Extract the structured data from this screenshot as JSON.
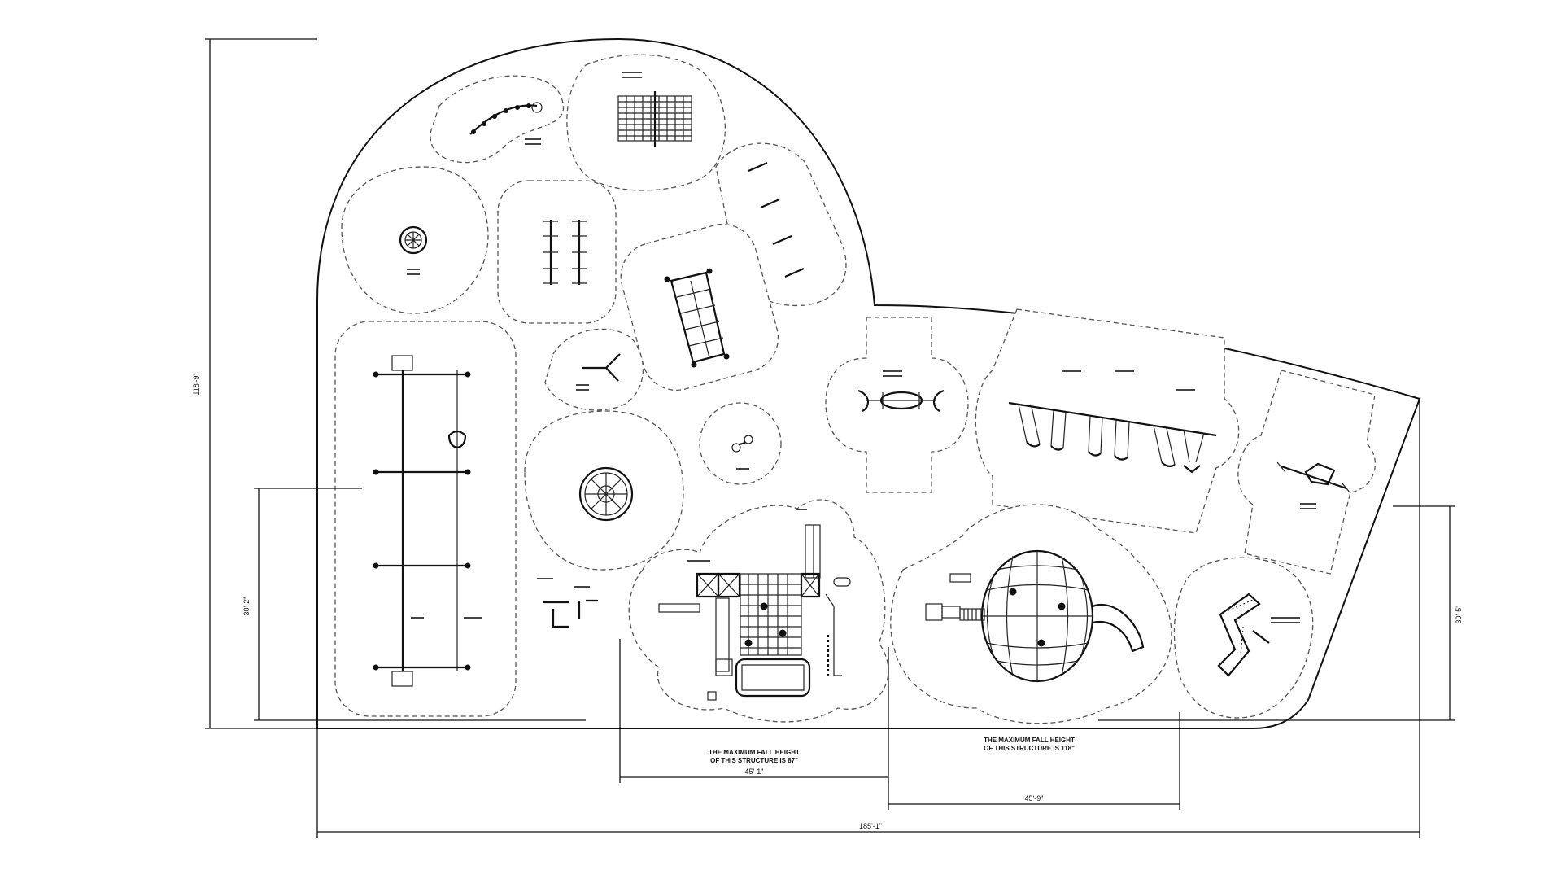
{
  "dimensions": {
    "overall_height": "118'-9\"",
    "left_height": "30'-2\"",
    "right_height": "30'-5\"",
    "overall_width": "185'-1\"",
    "structure1_width": "45'-1\"",
    "structure2_width": "45'-9\""
  },
  "notes": {
    "fall_height_1_line1": "THE MAXIMUM FALL HEIGHT",
    "fall_height_1_line2": "OF THIS STRUCTURE IS 87\"",
    "fall_height_2_line1": "THE MAXIMUM FALL HEIGHT",
    "fall_height_2_line2": "OF THIS STRUCTURE IS 118\""
  },
  "colors": {
    "line": "#111111",
    "zone": "#555555",
    "background": "#ffffff"
  }
}
